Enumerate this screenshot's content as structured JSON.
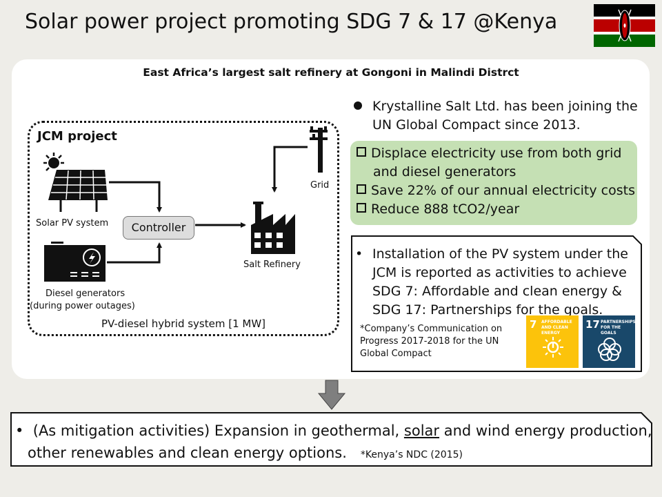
{
  "title": "Solar power project promoting SDG 7 & 17 @Kenya",
  "panel_title": "East Africa’s largest salt refinery at Gongoni in Malindi Distrct",
  "jcm": {
    "label": "JCM project",
    "solar_label": "Solar PV system",
    "diesel_label": "Diesel generators",
    "diesel_sublabel": "(during power outages)",
    "controller_label": "Controller",
    "refinery_label": "Salt Refinery",
    "grid_label": "Grid",
    "hybrid_label": "PV-diesel hybrid system [1 MW]"
  },
  "krystalline": {
    "line1": "Krystalline Salt Ltd. has been joining the",
    "line2": "UN Global Compact since 2013."
  },
  "benefits": [
    {
      "line1": "Displace electricity use from both grid",
      "line2": "and diesel generators"
    },
    {
      "line1": "Save 22% of our annual electricity costs"
    },
    {
      "line1": "Reduce 888 tCO2/year"
    }
  ],
  "sdg_note": {
    "lines": [
      "Installation of the PV system under the",
      "JCM is reported as activities to achieve",
      "SDG 7: Affordable and clean energy &",
      "SDG 17: Partnerships for the goals."
    ],
    "reference": "*Company’s Communication on Progress 2017-2018 for the UN Global Compact"
  },
  "sdg_icons": [
    {
      "number": "7",
      "text": "AFFORDABLE AND CLEAN ENERGY",
      "color": "#fcc30b"
    },
    {
      "number": "17",
      "text": "PARTNERSHIPS FOR THE GOALS",
      "color": "#19486a"
    }
  ],
  "bottom": {
    "pre": "(As mitigation activities) Expansion in geothermal, ",
    "underlined": "solar",
    "post": " and wind energy production,",
    "line2": "other renewables and clean energy options.",
    "reference": "*Kenya’s NDC (2015)"
  },
  "colors": {
    "benefit_bg": "#c5e0b4",
    "controller_bg": "#dddddd",
    "arrow": "#7f7f7f"
  }
}
